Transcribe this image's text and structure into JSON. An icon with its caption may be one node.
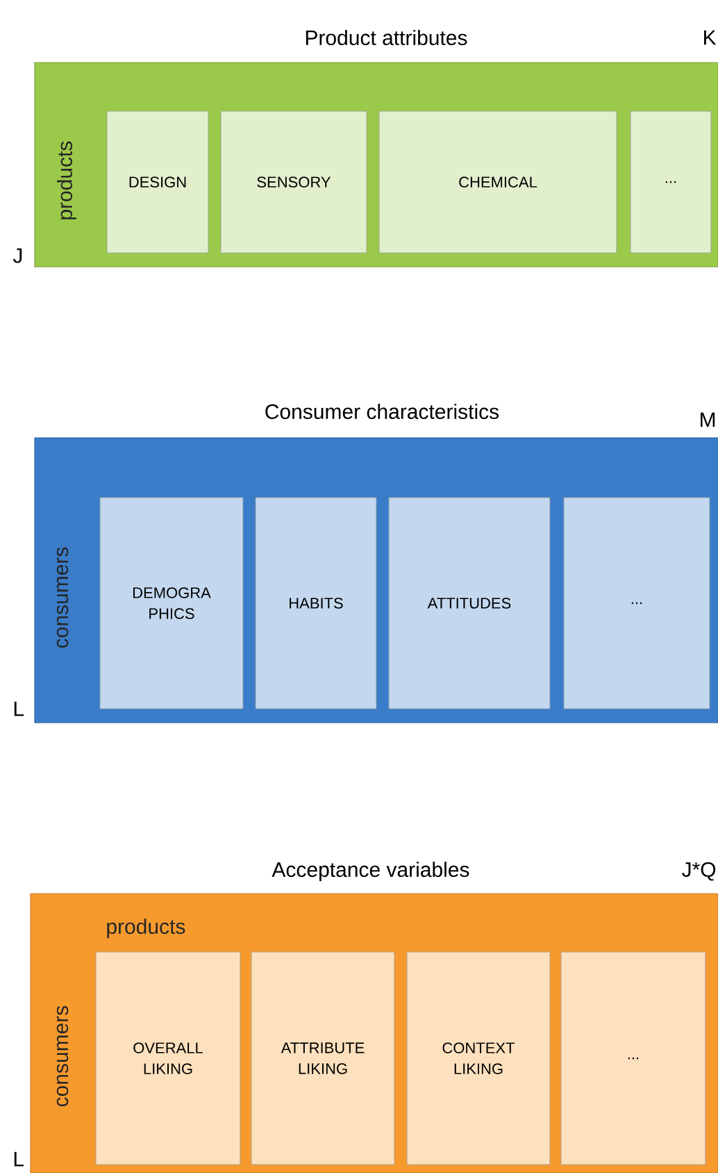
{
  "diagram": {
    "nodes": [
      {
        "text": [
          "Product attributes",
          "products"
        ],
        "beside": [
          "K",
          "J"
        ]
      },
      {
        "text": [
          "DESIGN"
        ],
        "in": 0
      },
      {
        "text": [
          "SENSORY"
        ],
        "in": 0
      },
      {
        "text": [
          "CHEMICAL"
        ],
        "in": 0
      },
      {
        "text": [
          "..."
        ],
        "in": 0
      },
      {
        "text": [
          "Consumer characteristics",
          "consumers"
        ],
        "beside": [
          "M",
          "L"
        ]
      },
      {
        "text": [
          "DEMOGRA PHICS"
        ],
        "in": 5
      },
      {
        "text": [
          "HABITS"
        ],
        "in": 5
      },
      {
        "text": [
          "ATTITUDES"
        ],
        "in": 5
      },
      {
        "text": [
          "..."
        ],
        "in": 5
      },
      {
        "text": [
          "Acceptance variables",
          "products",
          "consumers"
        ],
        "beside": [
          "J*Q",
          "L"
        ]
      },
      {
        "text": [
          "OVERALL LIKING"
        ],
        "in": 10
      },
      {
        "text": [
          "ATTRIBUTE LIKING"
        ],
        "in": 10
      },
      {
        "text": [
          "CONTEXT LIKING"
        ],
        "in": 10
      },
      {
        "text": [
          "..."
        ],
        "in": 10
      }
    ]
  }
}
